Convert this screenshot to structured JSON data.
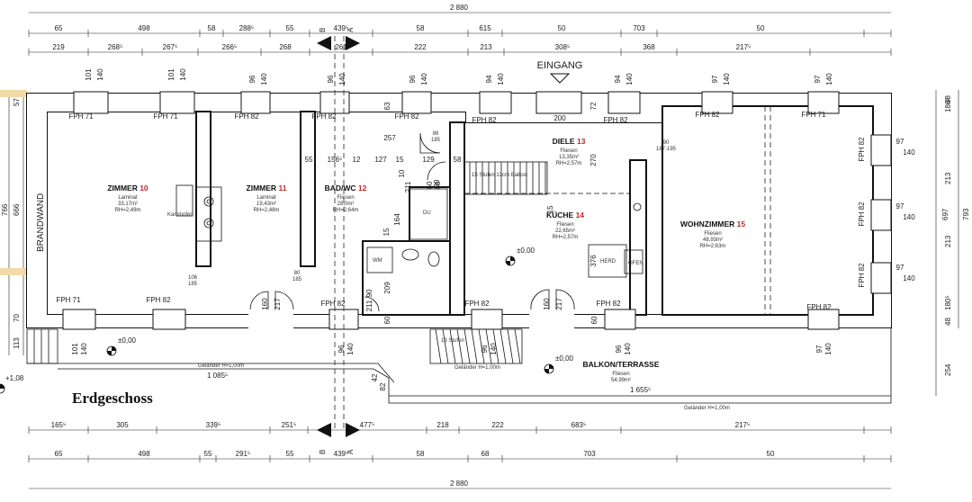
{
  "title": "Erdgeschoss",
  "total_width": "2 880",
  "dims_top_row1": [
    "65",
    "498",
    "58",
    "288⁵",
    "55",
    "439⁵",
    "58",
    "615",
    "50",
    "703",
    "50"
  ],
  "dims_top_row2": [
    "219",
    "268⁵",
    "267⁵",
    "266⁵",
    "268",
    "261",
    "222",
    "213",
    "308⁵",
    "368",
    "217⁵"
  ],
  "dims_bottom_row1": [
    "165⁵",
    "305",
    "339⁵",
    "251⁵",
    "477⁵",
    "218",
    "222",
    "683⁵",
    "217⁵"
  ],
  "dims_bottom_row2": [
    "65",
    "498",
    "55",
    "291⁵",
    "55",
    "439⁵",
    "58",
    "68",
    "703",
    "50"
  ],
  "dims_right": [
    "186⁵",
    "213",
    "213",
    "180⁵",
    "48",
    "48",
    "254"
  ],
  "dims_right_total": [
    "697",
    "793"
  ],
  "dims_left": [
    "57",
    "766",
    "666",
    "70",
    "113"
  ],
  "section_labels": {
    "b": "B",
    "a": "A"
  },
  "entrance": "EINGANG",
  "brandwand": "BRANDWAND",
  "rooms": [
    {
      "name": "ZIMMER",
      "num": "10",
      "floor": "Laminat",
      "area": "33,17m²",
      "rh": "RH=2,49m"
    },
    {
      "name": "ZIMMER",
      "num": "11",
      "floor": "Laminat",
      "area": "19,43m²",
      "rh": "RH=2,48m"
    },
    {
      "name": "BAD/WC",
      "num": "12",
      "floor": "Fliesen",
      "area": "28,0m²",
      "rh": "RH=2,64m"
    },
    {
      "name": "DIELE",
      "num": "13",
      "floor": "Fliesen",
      "area": "13,35m²",
      "rh": "RH=2,57m"
    },
    {
      "name": "KÜCHE",
      "num": "14",
      "floor": "Fliesen",
      "area": "22,65m²",
      "rh": "RH=2,57m"
    },
    {
      "name": "WOHNZIMMER",
      "num": "15",
      "floor": "Fliesen",
      "area": "48,93m²",
      "rh": "RH=2,63m"
    },
    {
      "name": "BALKON/TERRASSE",
      "num": "",
      "floor": "Fliesen",
      "area": "54,99m²",
      "rh": ""
    }
  ],
  "windows": [
    "FPH 71",
    "FPH 71",
    "FPH 82",
    "FPH 82",
    "FPH 82",
    "FPH 82",
    "FPH 82",
    "FPH 82",
    "FPH 71",
    "FPH 71",
    "FPH 82",
    "FPH 82",
    "FPH 82",
    "FPH 82",
    "FPH 82",
    "FPH 82",
    "FPH 82",
    "FPH 82"
  ],
  "level_marks": [
    "±0,00",
    "±0,00",
    "±0,00",
    "+1,08"
  ],
  "railing": "Geländer H=1,00m",
  "balcony_dims": [
    "1 085⁵",
    "1 655⁵"
  ],
  "stairs_label": "15 Stufen 13cm Balkon",
  "stairs_label2": "13 Stufen",
  "fixtures": {
    "du": "DU",
    "wm": "WM",
    "herd": "HERD",
    "ofen": "OFEN",
    "kaminofen": "Kaminofen"
  },
  "openings_small": [
    "101",
    "140",
    "101",
    "140",
    "96",
    "140",
    "96",
    "140",
    "96",
    "140",
    "94",
    "140",
    "94",
    "140",
    "97",
    "140",
    "97",
    "140",
    "97",
    "140",
    "97",
    "140",
    "97",
    "140",
    "101",
    "140",
    "96",
    "140",
    "96",
    "140",
    "96",
    "140",
    "97",
    "140"
  ],
  "misc_dims": [
    "55",
    "156⁵",
    "12",
    "127",
    "15",
    "129",
    "58",
    "86",
    "185",
    "257",
    "63",
    "200",
    "72",
    "270",
    "90",
    "187-195",
    "106",
    "185",
    "80",
    "185",
    "160",
    "217",
    "90",
    "211",
    "209",
    "376",
    "160",
    "217",
    "60",
    "60",
    "60",
    "60",
    "82",
    "42",
    "15",
    "164",
    "10",
    "211",
    "60",
    "15"
  ]
}
